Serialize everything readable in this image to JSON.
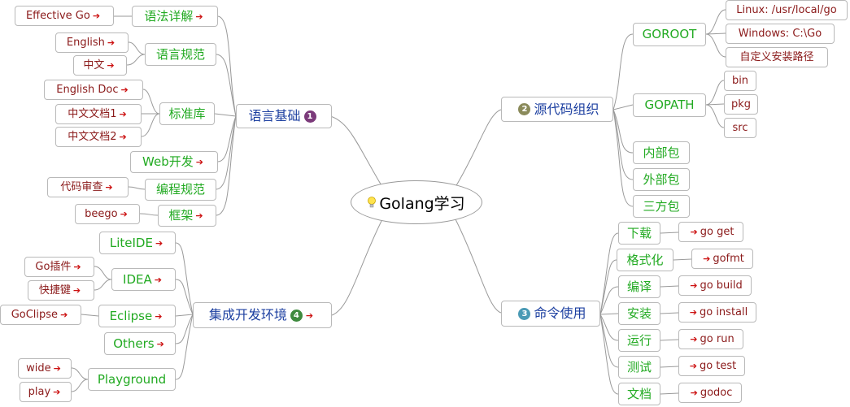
{
  "root": {
    "label": "Golang学习",
    "icon": "lightbulb-icon"
  },
  "branches": {
    "basics": {
      "label": "语言基础",
      "number": "1",
      "children": {
        "syntax": {
          "label": "语法详解",
          "leaves": [
            "Effective Go"
          ]
        },
        "spec": {
          "label": "语言规范",
          "leaves": [
            "English",
            "中文"
          ]
        },
        "stdlib": {
          "label": "标准库",
          "leaves": [
            "English Doc",
            "中文文档1",
            "中文文档2"
          ]
        },
        "web": {
          "label": "Web开发"
        },
        "style": {
          "label": "编程规范",
          "leaves": [
            "代码审查"
          ]
        },
        "framework": {
          "label": "框架",
          "leaves": [
            "beego"
          ]
        }
      }
    },
    "source": {
      "label": "源代码组织",
      "number": "2",
      "children": {
        "goroot": {
          "label": "GOROOT",
          "leaves": [
            "Linux:  /usr/local/go",
            "Windows:  C:\\Go",
            "自定义安装路径"
          ]
        },
        "gopath": {
          "label": "GOPATH",
          "leaves": [
            "bin",
            "pkg",
            "src"
          ]
        },
        "internal": {
          "label": "内部包"
        },
        "external": {
          "label": "外部包"
        },
        "thirdparty": {
          "label": "三方包"
        }
      }
    },
    "commands": {
      "label": "命令使用",
      "number": "3",
      "children": {
        "download": {
          "label": "下载",
          "leaf": "go get"
        },
        "format": {
          "label": "格式化",
          "leaf": "gofmt"
        },
        "compile": {
          "label": "编译",
          "leaf": "go build"
        },
        "install": {
          "label": "安装",
          "leaf": "go install"
        },
        "run": {
          "label": "运行",
          "leaf": "go run"
        },
        "test": {
          "label": "测试",
          "leaf": "go test"
        },
        "doc": {
          "label": "文档",
          "leaf": "godoc"
        }
      }
    },
    "ide": {
      "label": "集成开发环境",
      "number": "4",
      "children": {
        "liteide": {
          "label": "LiteIDE"
        },
        "idea": {
          "label": "IDEA",
          "leaves": [
            "Go插件",
            "快捷键"
          ]
        },
        "eclipse": {
          "label": "Eclipse",
          "leaves": [
            "GoClipse"
          ]
        },
        "others": {
          "label": "Others"
        },
        "playground": {
          "label": "Playground",
          "leaves": [
            "wide",
            "play"
          ]
        }
      }
    }
  },
  "colors": {
    "leaf_text": "#8b1a1a",
    "sub_text": "#22aa22",
    "main_text": "#1c3fa0",
    "arrow": "#cc1111",
    "connector": "#9a9a9a",
    "node_border": "#b9b9b9",
    "badge_1": "#7b3a7a",
    "badge_2": "#8a8a5a",
    "badge_3": "#4a9ab5",
    "badge_4": "#3e8a3e"
  },
  "icons": {
    "link_arrow": "arrow-right-icon",
    "number_badge": "numbered-circle-icon"
  }
}
